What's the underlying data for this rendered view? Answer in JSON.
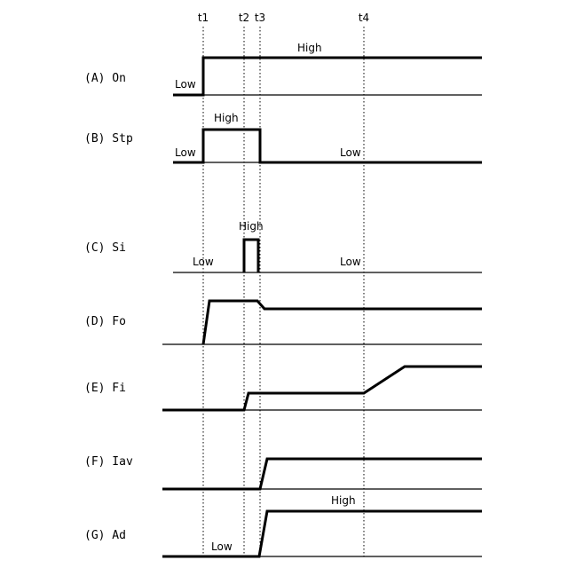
{
  "time_markers": [
    "t1",
    "t2",
    "t3",
    "t4"
  ],
  "rows": [
    {
      "label": "(A) On",
      "annotations": [
        "Low",
        "High"
      ]
    },
    {
      "label": "(B) Stp",
      "annotations": [
        "Low",
        "High",
        "Low"
      ]
    },
    {
      "label": "(C) Si",
      "annotations": [
        "Low",
        "High",
        "Low"
      ]
    },
    {
      "label": "(D) Fo",
      "annotations": []
    },
    {
      "label": "(E) Fi",
      "annotations": []
    },
    {
      "label": "(F) Iav",
      "annotations": []
    },
    {
      "label": "(G) Ad",
      "annotations": [
        "Low",
        "High"
      ]
    }
  ]
}
